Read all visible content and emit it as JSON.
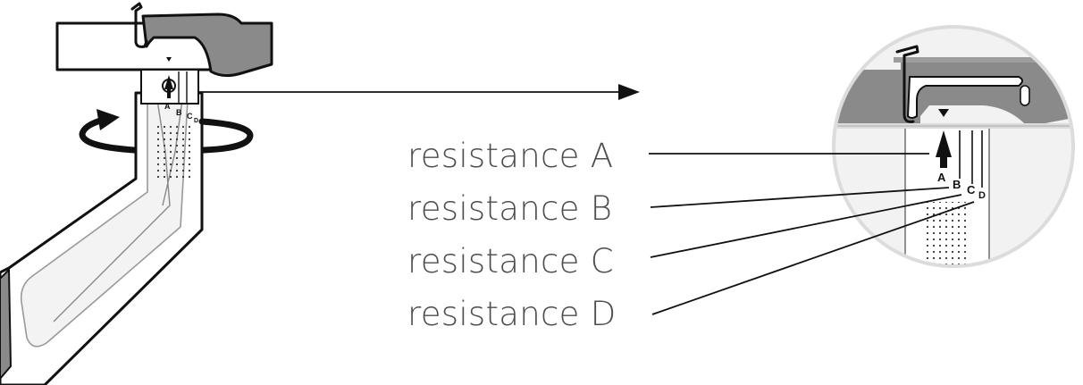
{
  "labels": {
    "a": "resistance A",
    "b": "resistance B",
    "c": "resistance C",
    "d": "resistance D"
  },
  "scale_marks": {
    "a": "A",
    "b": "B",
    "c": "C",
    "d": "D"
  },
  "colors": {
    "line": "#111111",
    "label_text": "#4d4d4d",
    "handle_grey": "#8a8a8a",
    "tube_light": "#f3f3f3",
    "zoom_circle_fill": "#f2f2f2",
    "zoom_circle_ring": "#dcdcdc"
  }
}
